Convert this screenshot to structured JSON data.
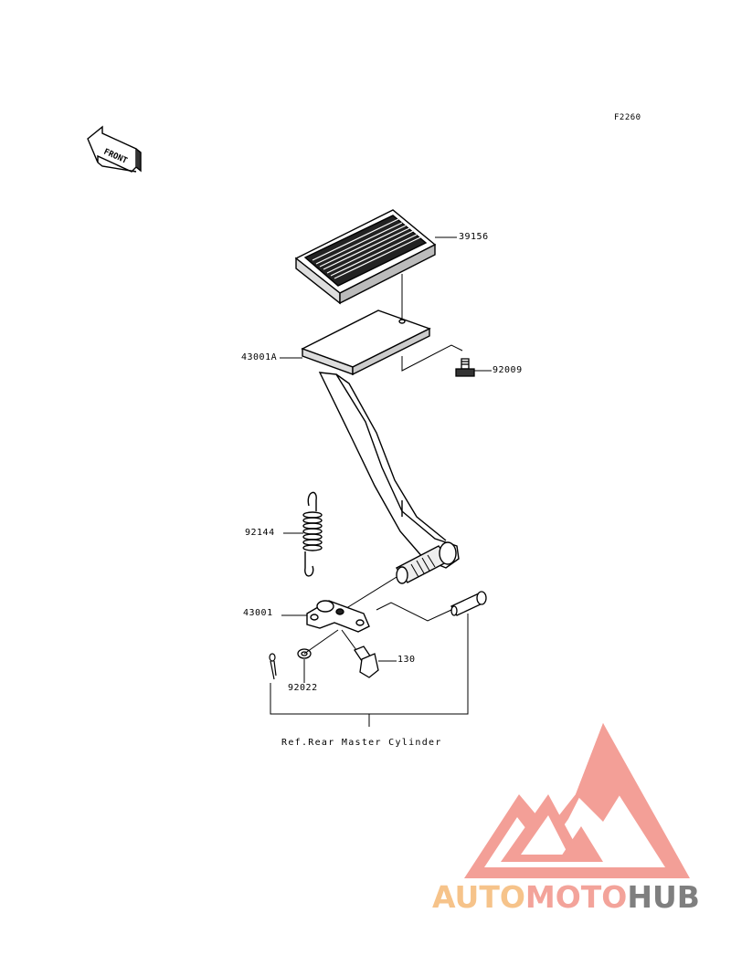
{
  "figure_code": "F2260",
  "front_arrow": {
    "text": "FRONT"
  },
  "parts": [
    {
      "id": "part-39156",
      "number": "39156"
    },
    {
      "id": "part-43001a",
      "number": "43001A"
    },
    {
      "id": "part-92009",
      "number": "92009"
    },
    {
      "id": "part-92144",
      "number": "92144"
    },
    {
      "id": "part-43001",
      "number": "43001"
    },
    {
      "id": "part-130",
      "number": "130"
    },
    {
      "id": "part-92022",
      "number": "92022"
    }
  ],
  "reference_note": "Ref.Rear Master Cylinder",
  "watermark": {
    "part1": "AUTO",
    "part2": "MOTO",
    "part3": "HUB",
    "colors": {
      "auto": "#f6c38a",
      "moto": "#f3a39a",
      "hub": "#7f7f7f",
      "logo": "#f2958c"
    }
  }
}
